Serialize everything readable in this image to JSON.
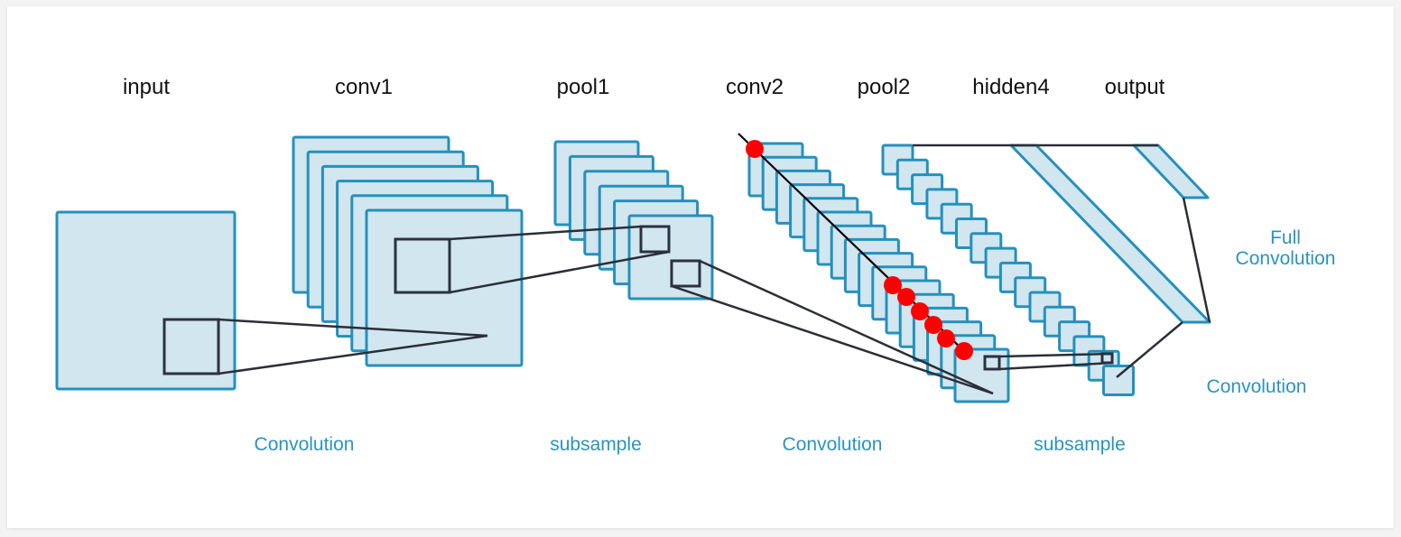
{
  "diagram": {
    "title": "Convolutional neural network architecture",
    "layers": [
      {
        "id": "input",
        "label": "input",
        "feature_maps": 1
      },
      {
        "id": "conv1",
        "label": "conv1",
        "feature_maps": 6
      },
      {
        "id": "pool1",
        "label": "pool1",
        "feature_maps": 6
      },
      {
        "id": "conv2",
        "label": "conv2",
        "feature_maps": 16
      },
      {
        "id": "pool2",
        "label": "pool2",
        "feature_maps": 16
      },
      {
        "id": "hidden4",
        "label": "hidden4",
        "feature_maps": 1
      },
      {
        "id": "output",
        "label": "output",
        "feature_maps": 1
      }
    ],
    "operations": [
      {
        "id": "op1",
        "label": "Convolution",
        "from": "input",
        "to": "conv1"
      },
      {
        "id": "op2",
        "label": "subsample",
        "from": "conv1",
        "to": "pool1"
      },
      {
        "id": "op3",
        "label": "Convolution",
        "from": "pool1",
        "to": "conv2"
      },
      {
        "id": "op4",
        "label": "subsample",
        "from": "conv2",
        "to": "pool2"
      },
      {
        "id": "op5",
        "label": "Convolution",
        "from": "pool2",
        "to": "hidden4"
      },
      {
        "id": "op6",
        "label_line1": "Full",
        "label_line2": "Convolution",
        "from": "hidden4",
        "to": "output"
      }
    ],
    "annotations": {
      "marker_color": "#ff0000",
      "marker_count": 7
    },
    "colors": {
      "map_fill": "#d1e6ef",
      "map_stroke": "#2590bd",
      "kernel_stroke": "#2b3142",
      "label_color": "#2a94c0"
    }
  }
}
